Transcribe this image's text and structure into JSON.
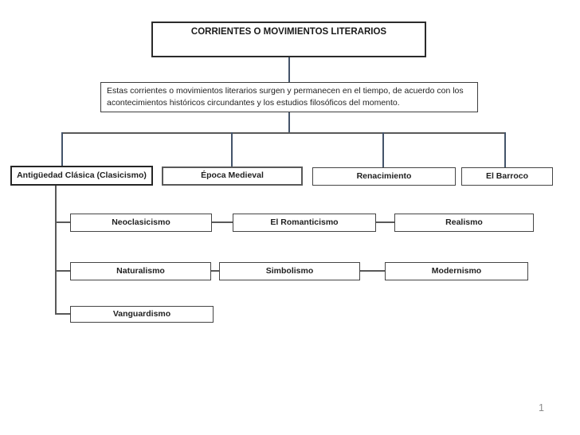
{
  "slide": {
    "page_number": "1",
    "colors": {
      "connector_blue": "#44546a",
      "connector_gray": "#595959",
      "box_border_dark": "#262626",
      "box_fill": "#ffffff",
      "page_number_gray": "#8c8c8c"
    }
  },
  "diagram": {
    "title": "CORRIENTES O MOVIMIENTOS LITERARIOS",
    "description": "Estas corrientes o movimientos literarios surgen y permanecen en el tiempo, de acuerdo con los acontecimientos históricos circundantes y los estudios filosóficos del momento.",
    "eras": [
      "Antigüedad Clásica (Clasicismo)",
      "Época Medieval",
      "Renacimiento",
      "El Barroco"
    ],
    "movements_row1": [
      "Neoclasicismo",
      "El Romanticismo",
      "Realismo"
    ],
    "movements_row2": [
      "Naturalismo",
      "Simbolismo",
      "Modernismo"
    ],
    "movements_row3": [
      "Vanguardismo"
    ]
  }
}
